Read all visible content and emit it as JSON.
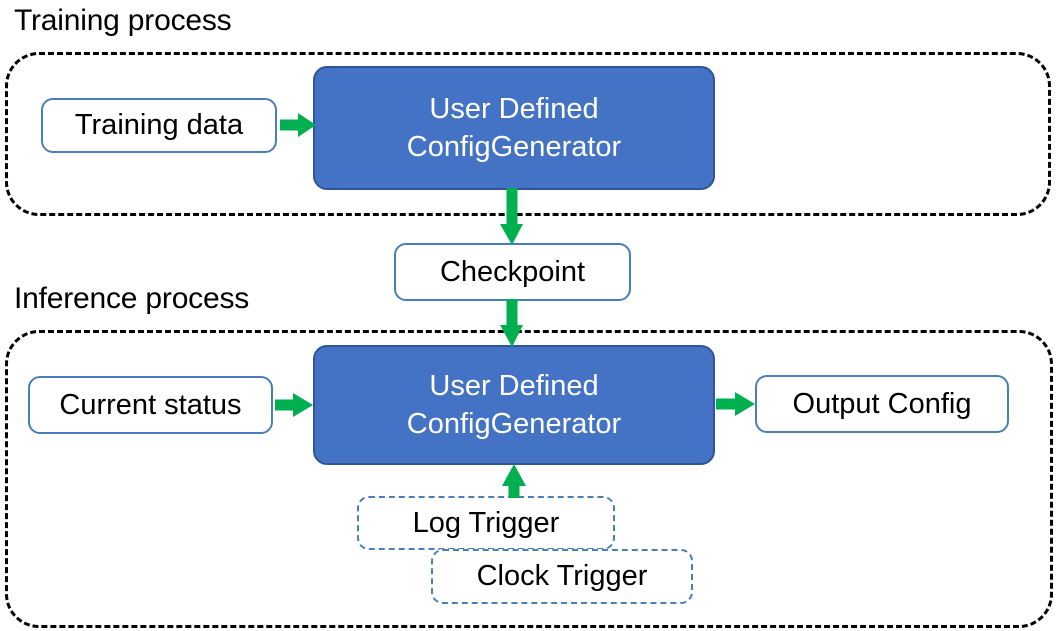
{
  "diagram": {
    "sections": [
      {
        "id": "training",
        "title": "Training process"
      },
      {
        "id": "inference",
        "title": "Inference process"
      }
    ],
    "nodes": {
      "training_data": {
        "label": "Training data"
      },
      "udcg_training": {
        "line1": "User Defined",
        "line2": "ConfigGenerator"
      },
      "checkpoint": {
        "label": "Checkpoint"
      },
      "current_status": {
        "label": "Current status"
      },
      "udcg_inference": {
        "line1": "User Defined",
        "line2": "ConfigGenerator"
      },
      "output_config": {
        "label": "Output Config"
      },
      "log_trigger": {
        "label": "Log Trigger"
      },
      "clock_trigger": {
        "label": "Clock Trigger"
      }
    },
    "edges": [
      {
        "from": "training_data",
        "to": "udcg_training",
        "direction": "right"
      },
      {
        "from": "udcg_training",
        "to": "checkpoint",
        "direction": "down"
      },
      {
        "from": "checkpoint",
        "to": "udcg_inference",
        "direction": "down"
      },
      {
        "from": "current_status",
        "to": "udcg_inference",
        "direction": "right"
      },
      {
        "from": "udcg_inference",
        "to": "output_config",
        "direction": "right"
      },
      {
        "from": "log_trigger",
        "to": "udcg_inference",
        "direction": "up"
      }
    ],
    "colors": {
      "process_fill": "#4472C4",
      "process_border": "#2F5597",
      "node_border": "#4A7EBB",
      "arrow": "#00B050",
      "group_border": "#000000",
      "text_dark": "#000000",
      "text_light": "#FFFFFF",
      "background": "#FFFFFF"
    }
  }
}
